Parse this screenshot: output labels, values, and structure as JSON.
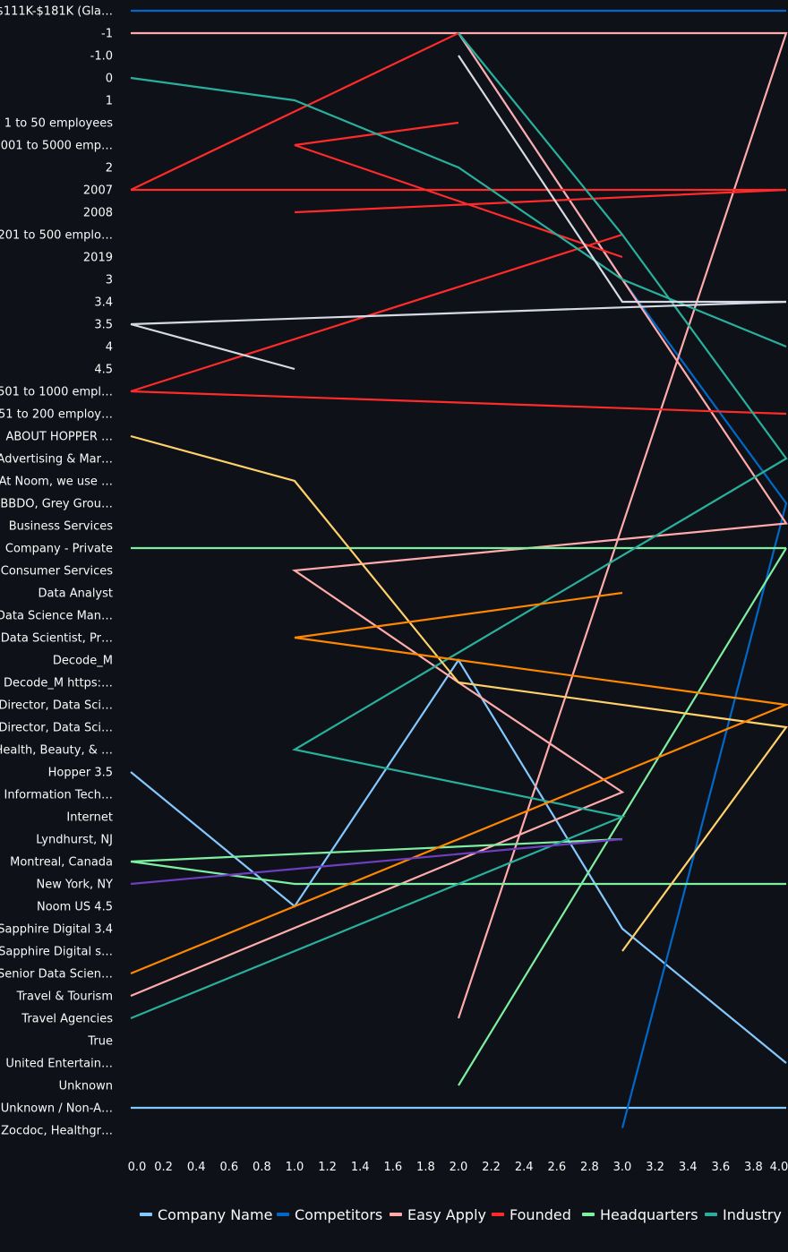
{
  "chart_data": {
    "type": "line",
    "title": "",
    "xlabel": "",
    "ylabel": "",
    "xlim": [
      0,
      4
    ],
    "x_ticks": [
      "0.0",
      "0.2",
      "0.4",
      "0.6",
      "0.8",
      "1.0",
      "1.2",
      "1.4",
      "1.6",
      "1.8",
      "2.0",
      "2.2",
      "2.4",
      "2.6",
      "2.8",
      "3.0",
      "3.2",
      "3.4",
      "3.6",
      "3.8",
      "4.0"
    ],
    "y_categories": [
      "$111K-$181K (Gla…",
      "-1",
      "-1.0",
      "0",
      "1",
      "1 to 50 employees",
      "1001 to 5000 emp…",
      "2",
      "2007",
      "2008",
      "201 to 500 emplo…",
      "2019",
      "3",
      "3.4",
      "3.5",
      "4",
      "4.5",
      "501 to 1000 empl…",
      "51 to 200 employ…",
      "ABOUT HOPPER …",
      "Advertising & Mar…",
      "At Noom, we use …",
      "BBDO, Grey Grou…",
      "Business Services",
      "Company - Private",
      "Consumer Services",
      "Data Analyst",
      "Data Science Man…",
      "Data Scientist, Pr…",
      "Decode_M",
      "Decode_M  https:…",
      "Director, Data Sci…",
      "Director, Data Sci…",
      "Health, Beauty, & …",
      "Hopper 3.5",
      "Information Tech…",
      "Internet",
      "Lyndhurst, NJ",
      "Montreal, Canada",
      "New York, NY",
      "Noom US 4.5",
      "Sapphire Digital 3.4",
      "Sapphire Digital s…",
      "Senior Data Scien…",
      "Travel & Tourism",
      "Travel Agencies",
      "True",
      "United Entertain…",
      "Unknown",
      "Unknown / Non-A…",
      "Zocdoc, Healthgr…"
    ],
    "grid": false,
    "legend_position": "bottom",
    "series": [
      {
        "name": "Company Name",
        "color": "#83c9ff",
        "points": [
          [
            0,
            34
          ],
          [
            1,
            40
          ],
          [
            2,
            29
          ],
          [
            3,
            41
          ],
          [
            4,
            47
          ]
        ]
      },
      {
        "name": "Company Name",
        "color": "#83c9ff",
        "points": [
          [
            0,
            49
          ],
          [
            4,
            49
          ]
        ]
      },
      {
        "name": "Competitors",
        "color": "#0068c9",
        "points": [
          [
            0,
            0
          ],
          [
            4,
            0
          ]
        ]
      },
      {
        "name": "Competitors",
        "color": "#0068c9",
        "points": [
          [
            2,
            1
          ],
          [
            3,
            12
          ],
          [
            4,
            22
          ],
          [
            3,
            49.9
          ]
        ]
      },
      {
        "name": "Easy Apply",
        "color": "#ffabab",
        "points": [
          [
            0,
            1
          ],
          [
            4,
            1
          ],
          [
            2,
            45
          ]
        ]
      },
      {
        "name": "Easy Apply",
        "color": "#ffabab",
        "points": [
          [
            2,
            1
          ],
          [
            3,
            12
          ],
          [
            4,
            22.9
          ],
          [
            1,
            25
          ],
          [
            2,
            30
          ],
          [
            3,
            34.9
          ],
          [
            0,
            44
          ]
        ]
      },
      {
        "name": "Founded",
        "color": "#ff2b2b",
        "points": [
          [
            0,
            8
          ],
          [
            2,
            1
          ]
        ]
      },
      {
        "name": "Founded",
        "color": "#ff2b2b",
        "points": [
          [
            0,
            8
          ],
          [
            4,
            8
          ]
        ]
      },
      {
        "name": "Founded",
        "color": "#ff2b2b",
        "points": [
          [
            2,
            5
          ],
          [
            1,
            6
          ],
          [
            3,
            11
          ]
        ]
      },
      {
        "name": "Founded",
        "color": "#ff2b2b",
        "points": [
          [
            1,
            9
          ],
          [
            4,
            8
          ]
        ]
      },
      {
        "name": "Founded",
        "color": "#ff2b2b",
        "points": [
          [
            3,
            10
          ],
          [
            0,
            17
          ],
          [
            4,
            18
          ]
        ]
      },
      {
        "name": "Headquarters",
        "color": "#7defa1",
        "points": [
          [
            0,
            24
          ],
          [
            4,
            24
          ]
        ]
      },
      {
        "name": "Headquarters",
        "color": "#7defa1",
        "points": [
          [
            0,
            38
          ],
          [
            3,
            37
          ]
        ]
      },
      {
        "name": "Headquarters",
        "color": "#7defa1",
        "points": [
          [
            0,
            38
          ],
          [
            1,
            39
          ],
          [
            4,
            39
          ]
        ]
      },
      {
        "name": "Headquarters",
        "color": "#7defa1",
        "points": [
          [
            2,
            48
          ],
          [
            4,
            24
          ]
        ]
      },
      {
        "name": "Industry",
        "color": "#29b09d",
        "points": [
          [
            0,
            3
          ],
          [
            1,
            4
          ],
          [
            2,
            7
          ],
          [
            3,
            12
          ],
          [
            4,
            15
          ]
        ]
      },
      {
        "name": "Industry",
        "color": "#29b09d",
        "points": [
          [
            2,
            1
          ],
          [
            3,
            10
          ],
          [
            4,
            20
          ],
          [
            1,
            33
          ],
          [
            3,
            36
          ],
          [
            0,
            45
          ]
        ]
      },
      {
        "name": "",
        "color": "#ffd16a",
        "points": [
          [
            0,
            19
          ],
          [
            1,
            21
          ],
          [
            2,
            30
          ],
          [
            4,
            32
          ],
          [
            3,
            42
          ]
        ]
      },
      {
        "name": "",
        "color": "#ff8700",
        "points": [
          [
            3,
            26
          ],
          [
            1,
            28
          ],
          [
            4,
            31
          ],
          [
            0,
            43
          ]
        ]
      },
      {
        "name": "",
        "color": "#6d3fc0",
        "points": [
          [
            0,
            39
          ],
          [
            3,
            37
          ]
        ]
      },
      {
        "name": "",
        "color": "#d5dae5",
        "points": [
          [
            0,
            14
          ],
          [
            1,
            16
          ]
        ]
      },
      {
        "name": "",
        "color": "#d5dae5",
        "points": [
          [
            0,
            14
          ],
          [
            4,
            13
          ]
        ]
      },
      {
        "name": "",
        "color": "#d5dae5",
        "points": [
          [
            2,
            2
          ],
          [
            3,
            13
          ],
          [
            4,
            13
          ]
        ]
      }
    ],
    "legend": [
      {
        "label": "Company Name",
        "color": "#83c9ff"
      },
      {
        "label": "Competitors",
        "color": "#0068c9"
      },
      {
        "label": "Easy Apply",
        "color": "#ffabab"
      },
      {
        "label": "Founded",
        "color": "#ff2b2b"
      },
      {
        "label": "Headquarters",
        "color": "#7defa1"
      },
      {
        "label": "Industry",
        "color": "#29b09d"
      }
    ]
  }
}
